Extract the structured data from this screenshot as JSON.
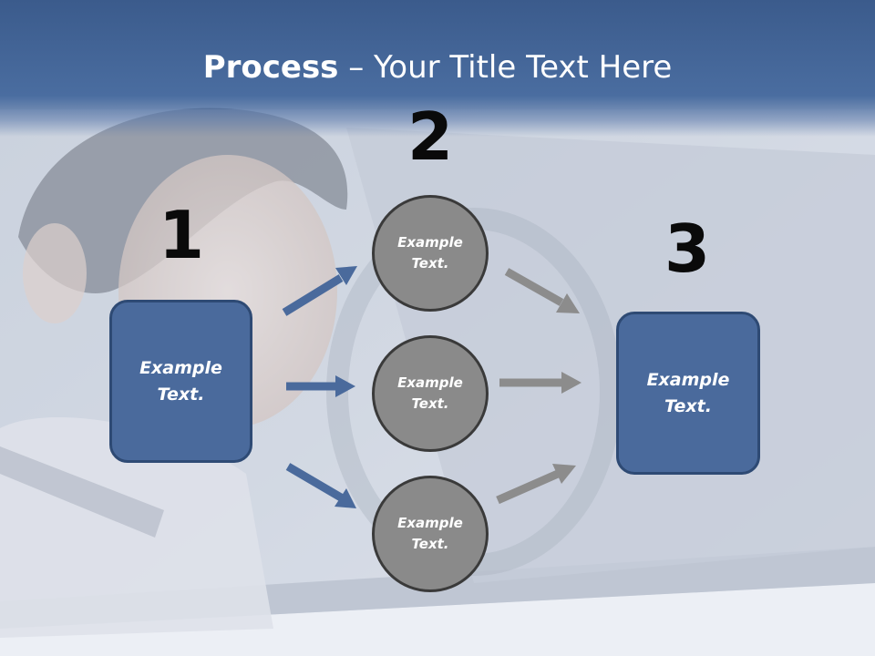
{
  "title": {
    "bold": "Process",
    "rest": " – Your Title Text Here"
  },
  "steps": {
    "one": "1",
    "two": "2",
    "three": "3"
  },
  "left_box": {
    "label": "Example\nText."
  },
  "right_box": {
    "label": "Example\nText."
  },
  "circles": [
    {
      "label": "Example\nText."
    },
    {
      "label": "Example\nText."
    },
    {
      "label": "Example\nText."
    }
  ],
  "colors": {
    "title_band": "#4a6da0",
    "box_fill": "#4a6a9c",
    "box_border": "#2e4a74",
    "circle_fill": "#8a8a8a",
    "blue_arrow": "#4a6a9c",
    "gray_arrow": "#8c8c8c"
  }
}
